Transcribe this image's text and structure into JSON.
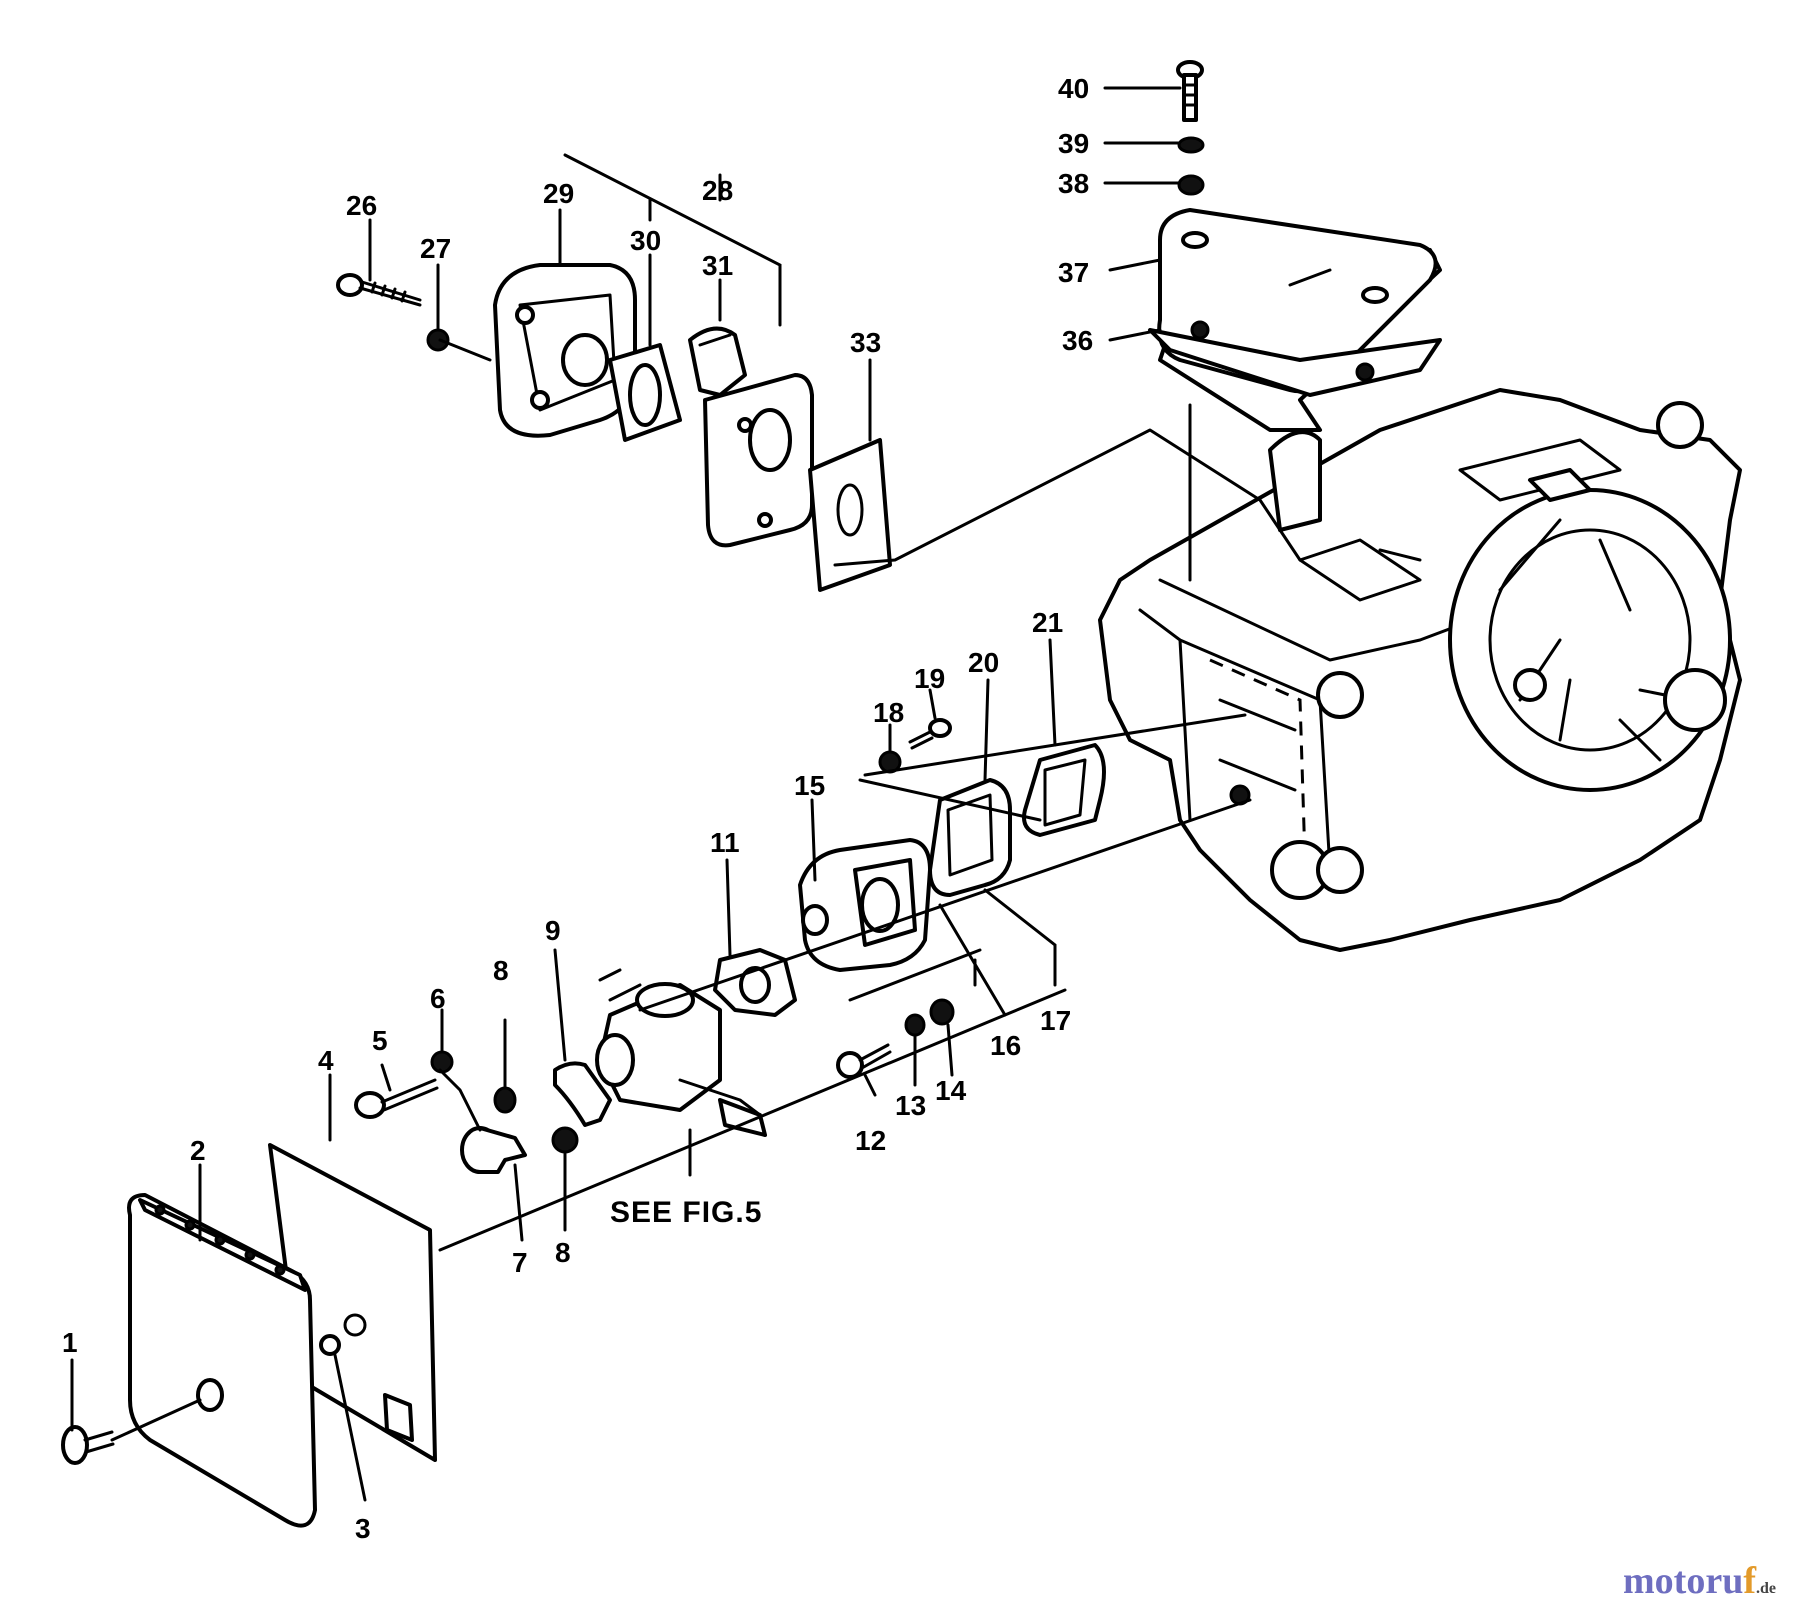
{
  "labels": [
    "1",
    "2",
    "3",
    "4",
    "5",
    "6",
    "7",
    "8",
    "9",
    "11",
    "12",
    "13",
    "14",
    "15",
    "16",
    "17",
    "18",
    "19",
    "20",
    "21",
    "26",
    "27",
    "28",
    "29",
    "30",
    "31",
    "33",
    "36",
    "37",
    "38",
    "39",
    "40"
  ],
  "second_label_8": "8",
  "note": "SEE FIG.5",
  "watermark": {
    "part1": "motoru",
    "part2": "f",
    "part3": ".de"
  },
  "colors": {
    "line": "#000000",
    "background": "#ffffff",
    "wm_blue": "#6e6ec0",
    "wm_orange": "#e39a2a"
  }
}
